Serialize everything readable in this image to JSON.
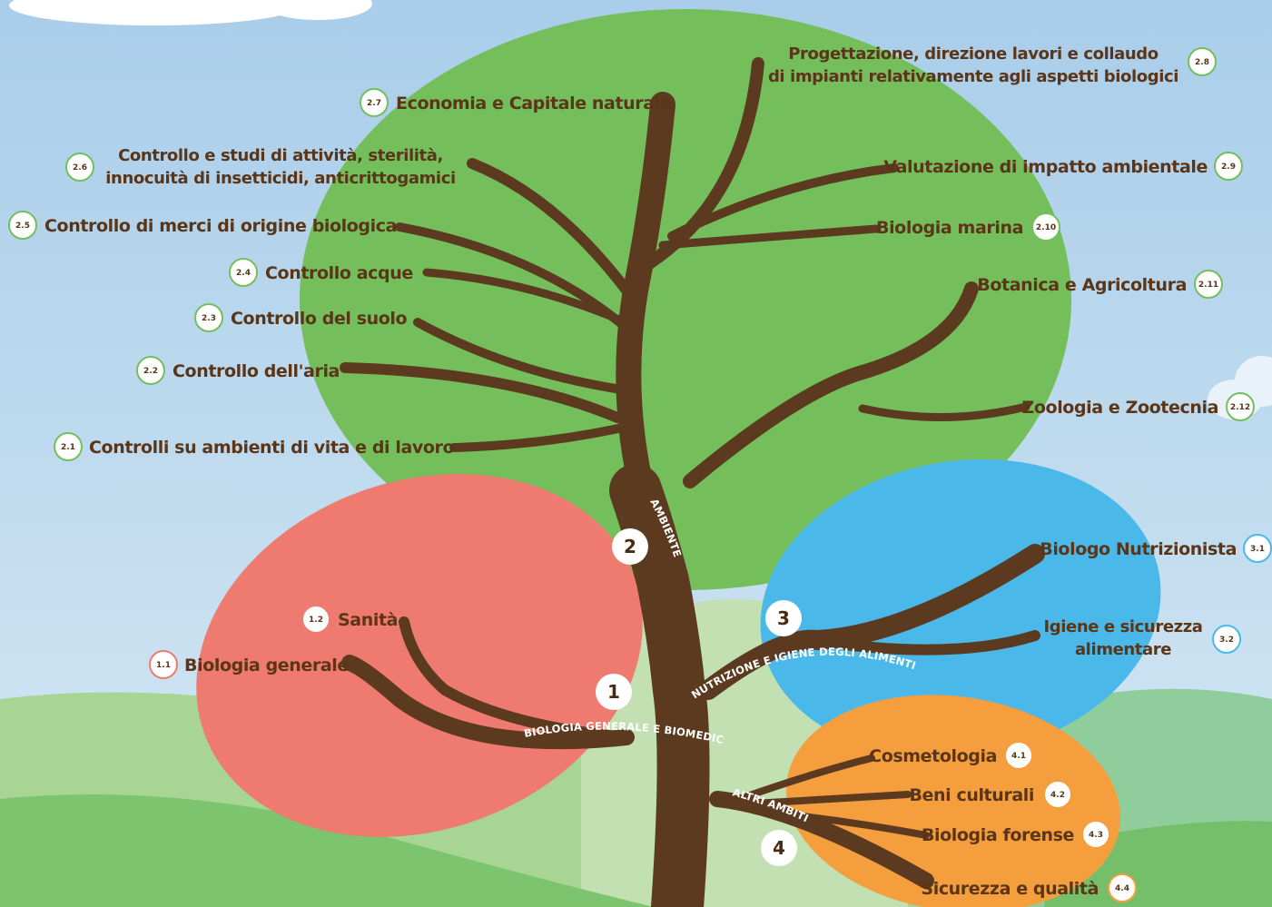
{
  "colors": {
    "sky": "#bcd9ef",
    "green_canopy": "#74bf5c",
    "red_canopy": "#ef7b70",
    "blue_canopy": "#4ab9ea",
    "orange_canopy": "#f59e3d",
    "trunk": "#5b3a1f",
    "label_text": "#5a3518"
  },
  "groups": [
    {
      "number": "1",
      "name": "BIOLOGIA GENERALE E BIOMEDICA"
    },
    {
      "number": "2",
      "name": "AMBIENTE"
    },
    {
      "number": "3",
      "name": "NUTRIZIONE E IGIENE DEGLI ALIMENTI"
    },
    {
      "number": "4",
      "name": "ALTRI AMBITI"
    }
  ],
  "items": {
    "i1_1": {
      "code": "1.1",
      "label": "Biologia generale"
    },
    "i1_2": {
      "code": "1.2",
      "label": "Sanità"
    },
    "i2_1": {
      "code": "2.1",
      "label": "Controlli su ambienti di vita e di lavoro"
    },
    "i2_2": {
      "code": "2.2",
      "label": "Controllo dell'aria"
    },
    "i2_3": {
      "code": "2.3",
      "label": "Controllo del suolo"
    },
    "i2_4": {
      "code": "2.4",
      "label": "Controllo acque"
    },
    "i2_5": {
      "code": "2.5",
      "label": "Controllo di merci di origine biologica"
    },
    "i2_6": {
      "code": "2.6",
      "line1": "Controllo e studi di attività, sterilità,",
      "line2": "innocuità di insetticidi, anticrittogamici"
    },
    "i2_7": {
      "code": "2.7",
      "label": "Economia e Capitale naturale"
    },
    "i2_8": {
      "code": "2.8",
      "line1": "Progettazione, direzione lavori e collaudo",
      "line2": "di impianti relativamente agli aspetti biologici"
    },
    "i2_9": {
      "code": "2.9",
      "label": "Valutazione di impatto ambientale"
    },
    "i2_10": {
      "code": "2.10",
      "label": "Biologia marina"
    },
    "i2_11": {
      "code": "2.11",
      "label": "Botanica e Agricoltura"
    },
    "i2_12": {
      "code": "2.12",
      "label": "Zoologia e Zootecnia"
    },
    "i3_1": {
      "code": "3.1",
      "label": "Biologo Nutrizionista"
    },
    "i3_2": {
      "code": "3.2",
      "line1": "Igiene e sicurezza",
      "line2": "alimentare"
    },
    "i4_1": {
      "code": "4.1",
      "label": "Cosmetologia"
    },
    "i4_2": {
      "code": "4.2",
      "label": "Beni culturali"
    },
    "i4_3": {
      "code": "4.3",
      "label": "Biologia forense"
    },
    "i4_4": {
      "code": "4.4",
      "label": "Sicurezza e qualità"
    }
  }
}
